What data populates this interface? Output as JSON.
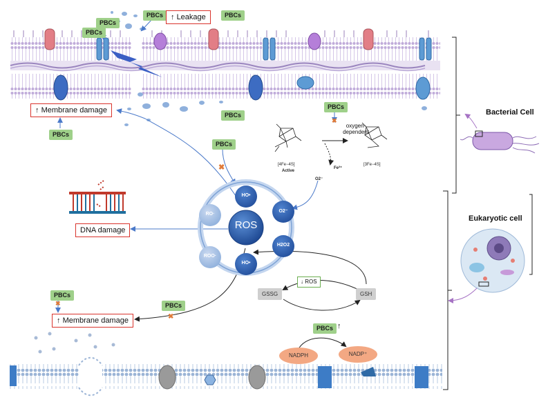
{
  "pbcs_label": "PBCs",
  "leakage_label": "Leakage",
  "membrane_damage_label": "Membrane damage",
  "dna_damage_label": "DNA damage",
  "ros_label": "ROS",
  "ros_ring": {
    "hydroxyl_top": "HO•",
    "superoxide": "O2⁻",
    "peroxide": "H2O2",
    "hydroxyl_bottom": "HO•",
    "peroxyl": "ROO·",
    "alkoxyl": "RO·"
  },
  "decrease_ros_label": "ROS",
  "glutathione": {
    "gssg": "GSSG",
    "gsh": "GSH"
  },
  "nadph": {
    "reduced": "NADPH",
    "oxidized": "NADP⁺"
  },
  "oxygen_dependent_label": "oxygen-\ndependent",
  "fe_cluster": {
    "active_cluster": "[4Fe−4S]",
    "active_label": "Active",
    "inactive_cluster": "[3Fe−4S]",
    "iron_ion": "Fe²⁺",
    "superoxide_small": "O2⁻"
  },
  "cells": {
    "bacterial": "Bacterial Cell",
    "eukaryotic": "Eukaryotic cell"
  },
  "colors": {
    "pbc_box": "#9fd08a",
    "damage_border": "#d9322b",
    "ros_blue": "#2f5fa8",
    "membrane_purple": "#a58fc4",
    "arrow_blue": "#4a79c9",
    "inhibit_orange": "#e07b39"
  }
}
